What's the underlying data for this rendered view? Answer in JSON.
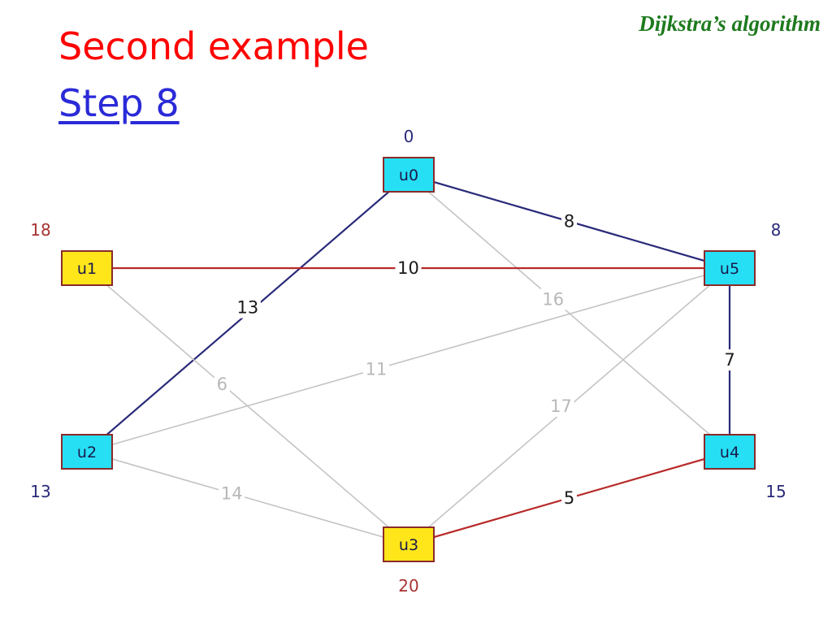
{
  "header": {
    "title": "Second example",
    "step": "Step 8",
    "topic": "Dijkstra’s algorithm"
  },
  "colors": {
    "title": "#ff0000",
    "step_link": "#2a2ad8",
    "topic": "#1e7a1e",
    "node_visited": "#26dff5",
    "node_frontier": "#ffe61a",
    "node_border": "#8a2a2a",
    "edge_tree": "#2a2a7a",
    "edge_candidate": "#b82a2a",
    "edge_inactive": "#c4c4c4",
    "dist_visited": "#2a2a7a",
    "dist_frontier": "#a83232"
  },
  "graph": {
    "nodes": [
      {
        "id": "u0",
        "label": "u0",
        "dist": "0",
        "state": "visited"
      },
      {
        "id": "u1",
        "label": "u1",
        "dist": "18",
        "state": "frontier"
      },
      {
        "id": "u2",
        "label": "u2",
        "dist": "13",
        "state": "visited"
      },
      {
        "id": "u3",
        "label": "u3",
        "dist": "20",
        "state": "frontier"
      },
      {
        "id": "u4",
        "label": "u4",
        "dist": "15",
        "state": "visited"
      },
      {
        "id": "u5",
        "label": "u5",
        "dist": "8",
        "state": "visited"
      }
    ],
    "edges": [
      {
        "from": "u0",
        "to": "u5",
        "weight": "8",
        "state": "tree"
      },
      {
        "from": "u0",
        "to": "u2",
        "weight": "13",
        "state": "tree"
      },
      {
        "from": "u0",
        "to": "u4",
        "weight": "16",
        "state": "inactive"
      },
      {
        "from": "u1",
        "to": "u5",
        "weight": "10",
        "state": "candidate"
      },
      {
        "from": "u1",
        "to": "u3",
        "weight": "6",
        "state": "inactive"
      },
      {
        "from": "u2",
        "to": "u5",
        "weight": "11",
        "state": "inactive"
      },
      {
        "from": "u2",
        "to": "u3",
        "weight": "14",
        "state": "inactive"
      },
      {
        "from": "u3",
        "to": "u5",
        "weight": "17",
        "state": "inactive"
      },
      {
        "from": "u3",
        "to": "u4",
        "weight": "5",
        "state": "candidate"
      },
      {
        "from": "u5",
        "to": "u4",
        "weight": "7",
        "state": "tree"
      }
    ]
  }
}
